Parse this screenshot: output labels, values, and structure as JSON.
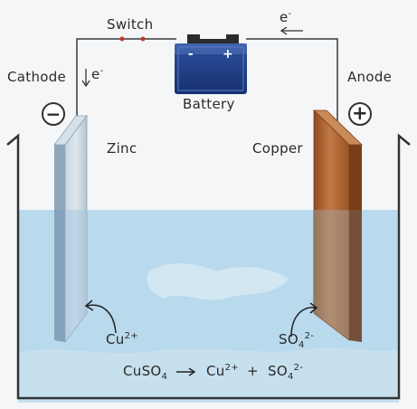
{
  "labels": {
    "switch": "Switch",
    "battery": "Battery",
    "cathode": "Cathode",
    "anode": "Anode",
    "zinc": "Zinc",
    "copper": "Copper",
    "electron_left": "e",
    "electron_right": "e",
    "electron_charge": "-"
  },
  "battery": {
    "minus": "-",
    "plus": "+"
  },
  "ions": {
    "cu": {
      "base": "Cu",
      "charge": "2+"
    },
    "so4": {
      "base": "SO",
      "sub": "4",
      "charge": "2-"
    }
  },
  "equation": {
    "reactant_base": "CuSO",
    "reactant_sub": "4",
    "arrow": "→",
    "product1_base": "Cu",
    "product1_charge": "2+",
    "plus": "+",
    "product2_base": "SO",
    "product2_sub": "4",
    "product2_charge": "2-"
  },
  "terminal_symbols": {
    "negative": "−",
    "positive": "+"
  },
  "colors": {
    "electrolyte": "#b9d9ec",
    "wire": "#3a3a3a",
    "switch_contacts": "#c0392b",
    "battery_body": "#1f3d80",
    "zinc_plate": "#b6cad8",
    "copper_plate": "#a0582a"
  }
}
